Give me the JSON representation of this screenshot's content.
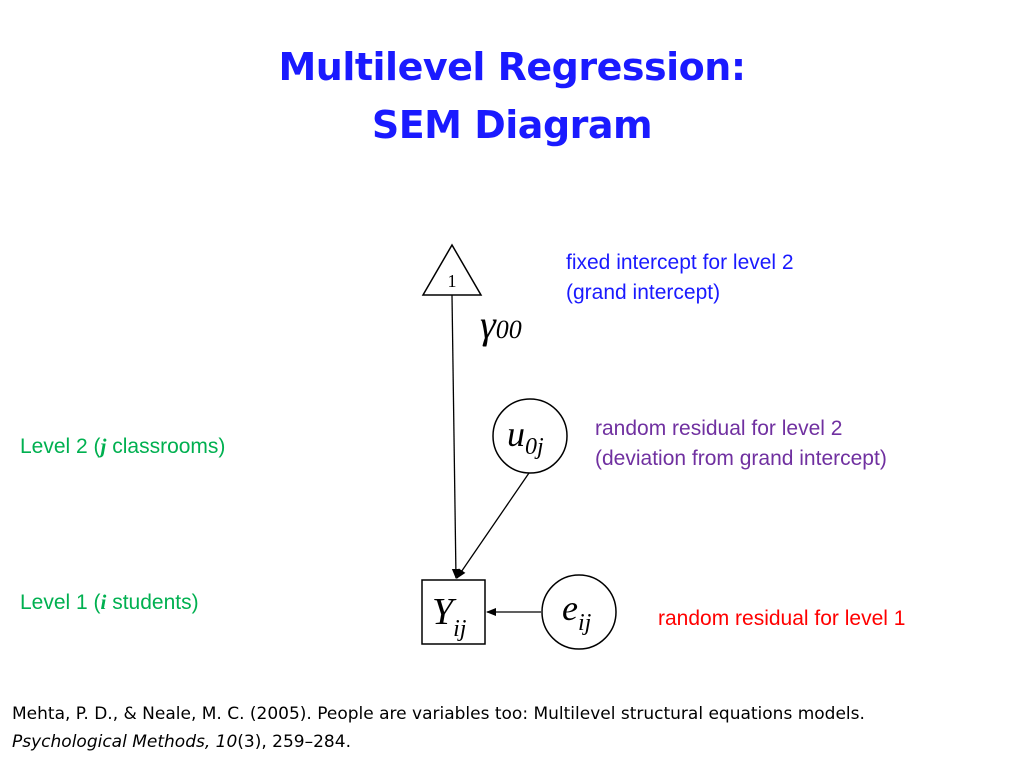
{
  "slide": {
    "title_line1": "Multilevel Regression:",
    "title_line2": "SEM Diagram"
  },
  "diagram": {
    "constant_label": "1",
    "gamma_symbol": "γ",
    "gamma_subscript": "00",
    "u_symbol": "u",
    "u_subscript": "0j",
    "e_symbol": "e",
    "e_subscript": "ij",
    "y_symbol": "Y",
    "y_subscript": "ij"
  },
  "annotations": {
    "fixed_line1": "fixed intercept for level 2",
    "fixed_line2": "(grand intercept)",
    "random2_line1": "random residual for level 2",
    "random2_line2": "(deviation from grand intercept)",
    "random1": "random residual for level 1",
    "level2_prefix": "Level 2 (",
    "level2_index": "j",
    "level2_suffix": " classrooms)",
    "level1_prefix": "Level 1 (",
    "level1_index": "i",
    "level1_suffix": " students)"
  },
  "citation": {
    "line1": "Mehta, P. D., & Neale, M. C. (2005). People are variables too: Multilevel structural equations models.",
    "journal": "Psychological Methods, 10",
    "issue_pages": "(3), 259–284."
  },
  "colors": {
    "title": "#1a1aff",
    "fixed_note": "#1a1aff",
    "level2_note": "#7030a0",
    "level1_note": "#ff0000",
    "level_labels": "#00b050"
  }
}
